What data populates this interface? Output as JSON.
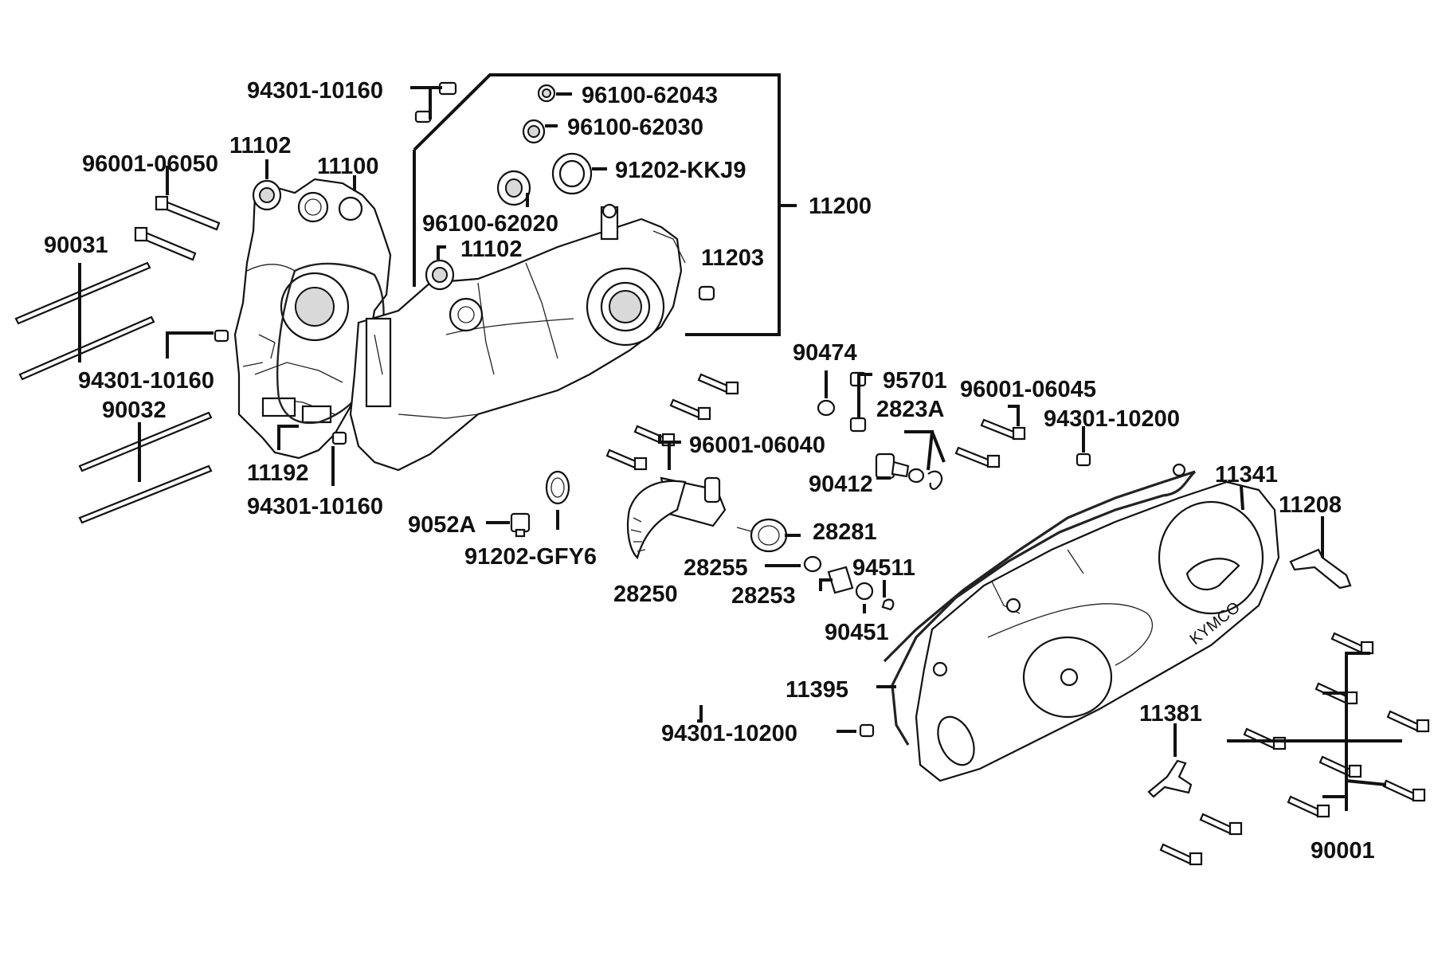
{
  "diagram": {
    "brand_mark": "KYMCO",
    "labels": {
      "l94301_10160_top": "94301-10160",
      "l96100_62043": "96100-62043",
      "l96100_62030": "96100-62030",
      "l91202_KKJ9": "91202-KKJ9",
      "l11200": "11200",
      "l96100_62020": "96100-62020",
      "l11102_a": "11102",
      "l11102_b": "11102",
      "l11100": "11100",
      "l96001_06050": "96001-06050",
      "l90031": "90031",
      "l11203": "11203",
      "l94301_10160_mid": "94301-10160",
      "l90032": "90032",
      "l11192": "11192",
      "l94301_10160_bot": "94301-10160",
      "l9052A": "9052A",
      "l91202_GFY6": "91202-GFY6",
      "l96001_06040": "96001-06040",
      "l90474": "90474",
      "l95701": "95701",
      "l2823A": "2823A",
      "l96001_06045": "96001-06045",
      "l94301_10200_a": "94301-10200",
      "l90412": "90412",
      "l11341": "11341",
      "l11208": "11208",
      "l28281": "28281",
      "l28255": "28255",
      "l94511": "94511",
      "l28253": "28253",
      "l28250": "28250",
      "l90451": "90451",
      "l11395": "11395",
      "l94301_10200_b": "94301-10200",
      "l11381": "11381",
      "l90001": "90001"
    }
  }
}
